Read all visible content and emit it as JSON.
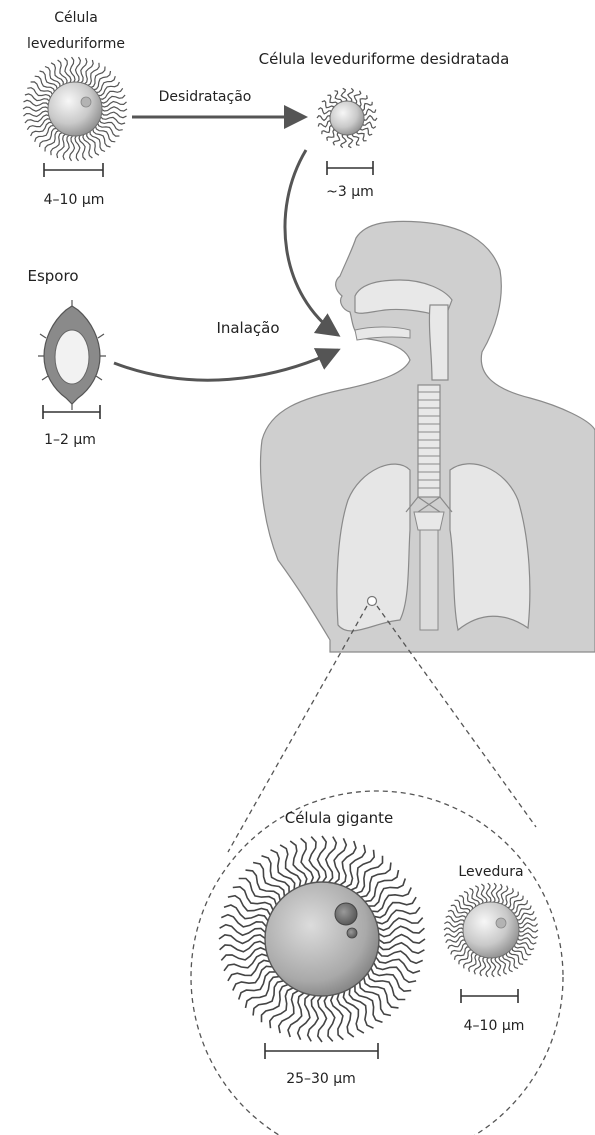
{
  "labels": {
    "yeast_cell": [
      "Célula",
      "leveduriforme"
    ],
    "dehydrated_cell": "Célula leveduriforme desidratada",
    "dehydration": "Desidratação",
    "spore": "Esporo",
    "inhalation": "Inalação",
    "giant_cell": "Célula gigante",
    "yeast": "Levedura"
  },
  "scales": {
    "yeast_cell": "4–10 µm",
    "dehydrated_cell": "~3 µm",
    "spore": "1–2 µm",
    "giant_cell": "25–30 µm",
    "yeast": "4–10 µm"
  },
  "colors": {
    "body": "#cfcfcf",
    "lungs": "#e6e6e6",
    "outline": "#8a8a8a",
    "arrow": "#555555",
    "cell_fill": "#d9d9d9",
    "spore_shell": "#8a8a8a",
    "spore_core": "#f2f2f2"
  }
}
